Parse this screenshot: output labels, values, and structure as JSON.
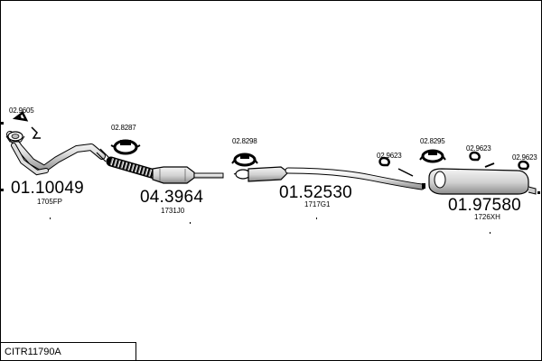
{
  "parts": [
    {
      "number": "01.10049",
      "oe": "1705FP"
    },
    {
      "number": "04.3964",
      "oe": "1731J0"
    },
    {
      "number": "01.52530",
      "oe": "1717G1"
    },
    {
      "number": "01.97580",
      "oe": "1726XH"
    }
  ],
  "clamps": [
    "02.9605",
    "02.8287",
    "02.8298",
    "02.9623",
    "02.8295",
    "02.9623",
    "02.9623"
  ],
  "assembly_code": "CITR11790A",
  "colors": {
    "line": "#000000",
    "fill": "#ffffff",
    "shade": "#c8c8c8"
  }
}
